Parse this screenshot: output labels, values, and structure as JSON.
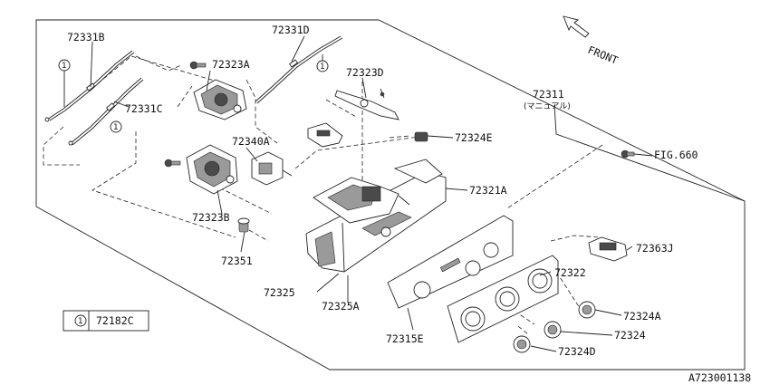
{
  "diagram_id": "A723001138",
  "front_label": "FRONT",
  "fig_reference": "FIG.660",
  "legend": {
    "circle_mark": "1",
    "part": "72182C"
  },
  "parts": {
    "p72331B": "72331B",
    "p72331C": "72331C",
    "p72331D": "72331D",
    "p72323A": "72323A",
    "p72323D": "72323D",
    "p72323B": "72323B",
    "p72311": "72311",
    "p72311_note": "(マニュアル)",
    "p72324E": "72324E",
    "p72340A": "72340A",
    "p72321A": "72321A",
    "p72351": "72351",
    "p72325": "72325",
    "p72325A": "72325A",
    "p72363J": "72363J",
    "p72322": "72322",
    "p72324A": "72324A",
    "p72324": "72324",
    "p72324D": "72324D",
    "p72315E": "72315E"
  },
  "callouts": {
    "c1": "1",
    "c2": "1",
    "c3": "1"
  }
}
